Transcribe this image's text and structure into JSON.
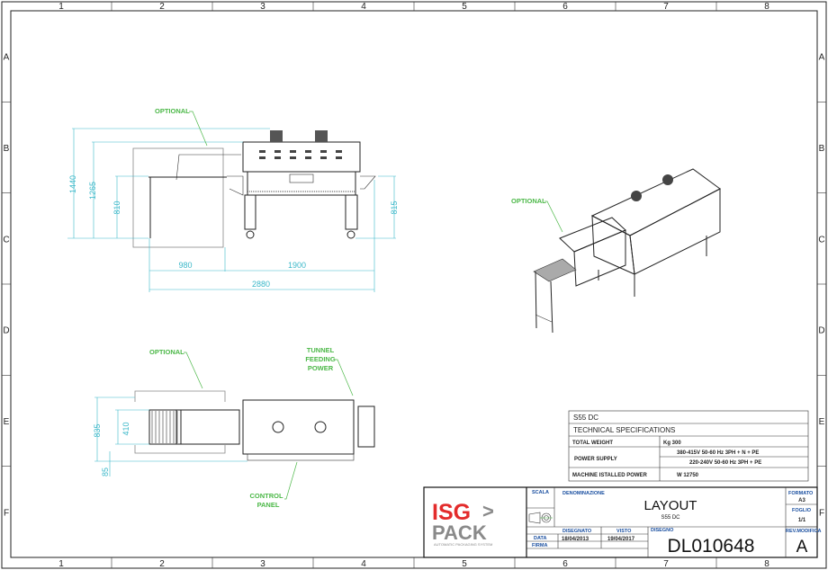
{
  "grid": {
    "columns": [
      "1",
      "2",
      "3",
      "4",
      "5",
      "6",
      "7",
      "8"
    ],
    "rows": [
      "A",
      "B",
      "C",
      "D",
      "E",
      "F"
    ]
  },
  "front_view": {
    "optional_label": "OPTIONAL",
    "dims": {
      "h1440": "1440",
      "h1265": "1265",
      "h810": "810",
      "h815": "815",
      "w980": "980",
      "w1900": "1900",
      "w2880": "2880"
    }
  },
  "top_view": {
    "optional_label": "OPTIONAL",
    "tunnel_label": [
      "TUNNEL",
      "FEEDING",
      "POWER"
    ],
    "control_label": [
      "CONTROL",
      "PANEL"
    ],
    "dims": {
      "d835": "835",
      "d410": "410",
      "d85": "85"
    }
  },
  "iso_view": {
    "optional_label": "OPTIONAL"
  },
  "specs": {
    "model": "S55 DC",
    "title": "TECHNICAL SPECIFICATIONS",
    "rows": [
      {
        "label": "TOTAL WEIGHT",
        "value": "Kg 300"
      },
      {
        "label": "POWER SUPPLY",
        "value": "380-415V 50-60 Hz 3PH + N + PE",
        "value2": "220-240V 50-60 Hz 3PH + PE"
      },
      {
        "label": "MACHINE ISTALLED POWER",
        "value": "W 12750"
      }
    ]
  },
  "title_block": {
    "logo_top": "ISG",
    "logo_bottom": "PACK",
    "logo_tagline": "AUTOMATIC PACKAGING SYSTEM",
    "scala_label": "SCALA",
    "denominazione_label": "DENOMINAZIONE",
    "title": "LAYOUT",
    "subtitle": "S55 DC",
    "formato_label": "FORMATO",
    "formato": "A3",
    "foglio_label": "FOGLIO",
    "foglio": "1/1",
    "disegnato_label": "DISEGNATO",
    "visto_label": "VISTO",
    "data_label": "DATA",
    "firma_label": "FIRMA",
    "disegnato_date": "18/04/2013",
    "visto_date": "19/04/2017",
    "disegno_label": "DISEGNO",
    "drawing_number": "DL010648",
    "rev_label": "REV.MODIFICA",
    "rev": "A"
  },
  "colors": {
    "dimension": "#3bb8c9",
    "callout": "#4cb848",
    "logo_red": "#e32b2b",
    "logo_gray": "#8a8a8a",
    "title_blue": "#1a4fa0"
  }
}
